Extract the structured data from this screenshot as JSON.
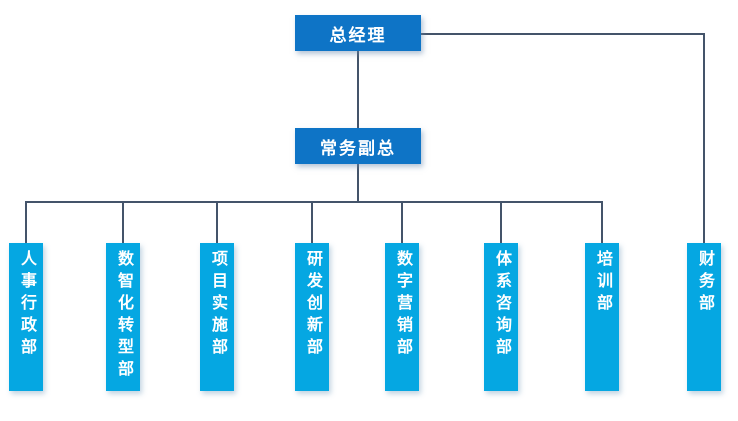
{
  "chart": {
    "title": "organization-chart",
    "root": {
      "label": "总经理"
    },
    "deputy": {
      "label": "常务副总"
    },
    "departments": [
      {
        "label": "人事行政部"
      },
      {
        "label": "数智化转型部"
      },
      {
        "label": "项目实施部"
      },
      {
        "label": "研发创新部"
      },
      {
        "label": "数字营销部"
      },
      {
        "label": "体系咨询部"
      },
      {
        "label": "培训部"
      },
      {
        "label": "财务部"
      }
    ],
    "colors": {
      "executive_box": "#0e74c6",
      "department_box": "#05a7e2",
      "connector": "#44546a",
      "text": "#ffffff",
      "background": "#ffffff"
    }
  }
}
